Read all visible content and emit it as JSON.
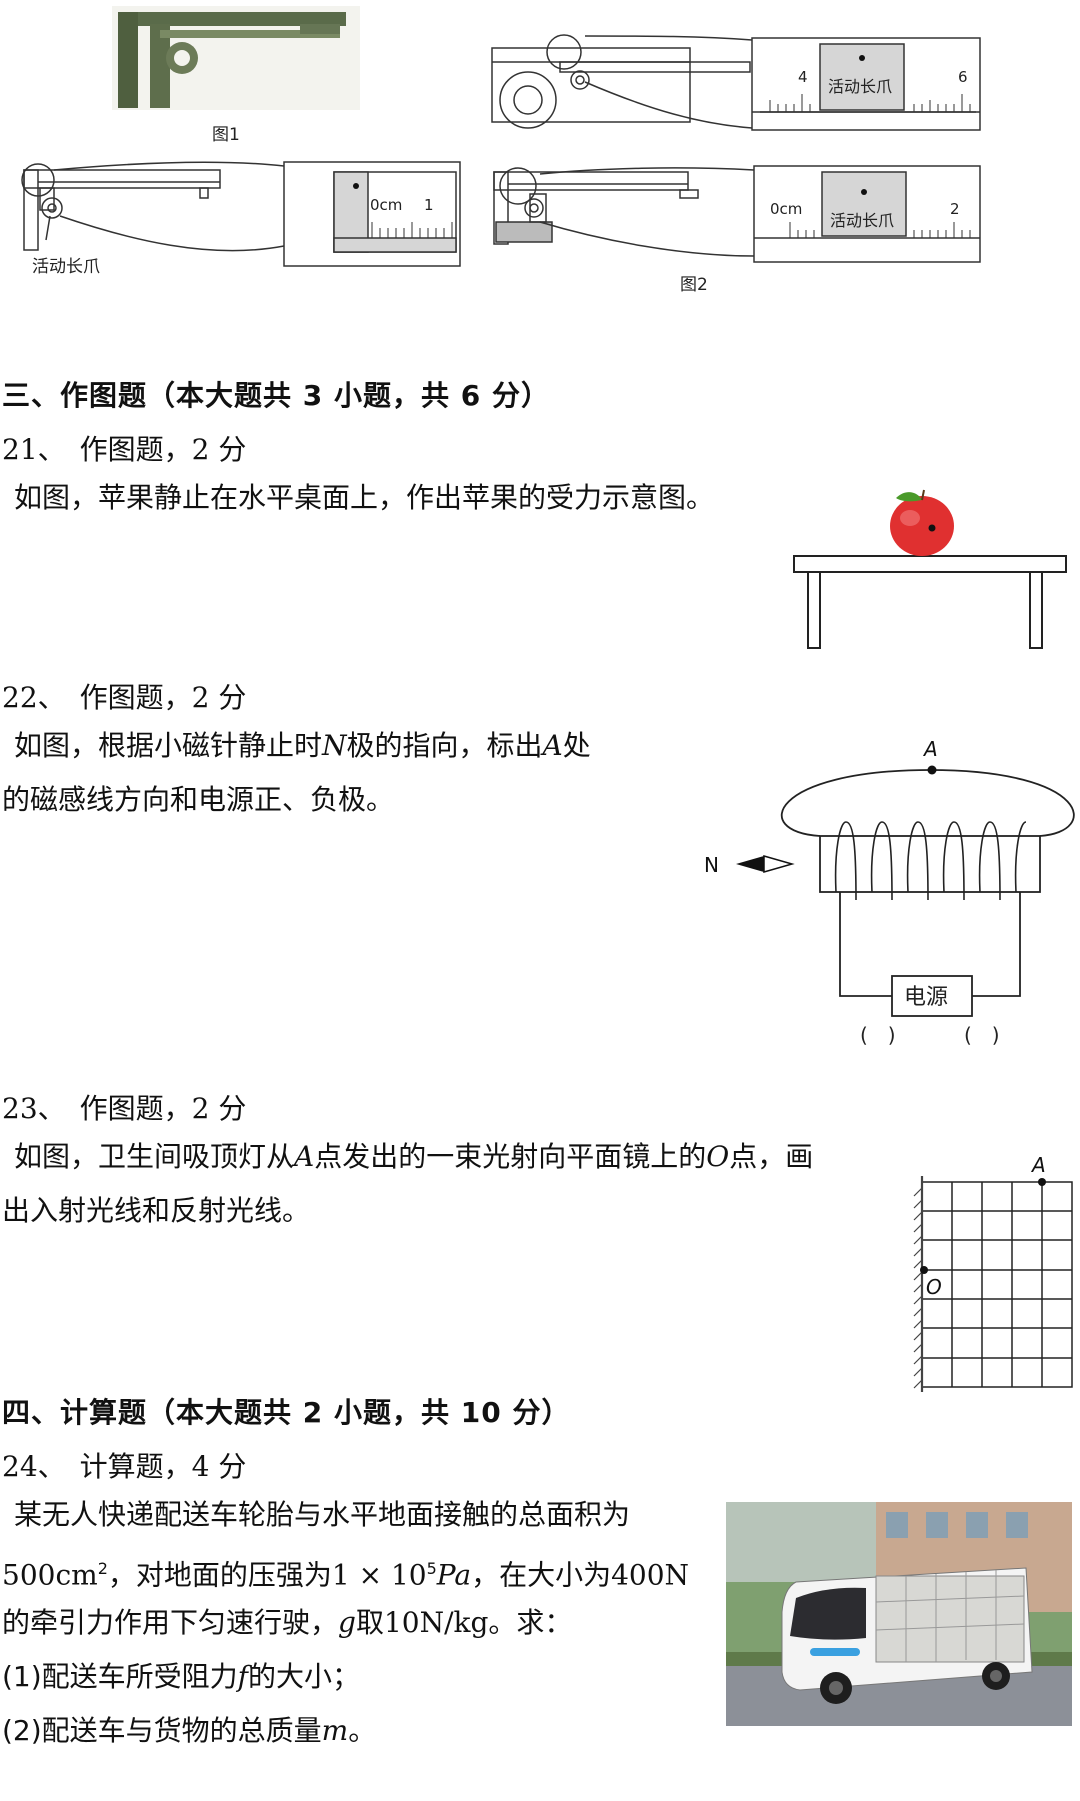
{
  "figure_top": {
    "fig1_caption": "图1",
    "fig2_caption": "图2",
    "scale_labels": {
      "a_left": "4",
      "a_right": "6",
      "b_zero": "0cm",
      "b_one": "1",
      "c_zero": "0cm",
      "c_two": "2"
    },
    "slider_label": "活动长爪",
    "jaw_label": "活动长爪"
  },
  "section3": {
    "title": "三、作图题（本大题共 3 小题，共 6 分）"
  },
  "q21": {
    "head": "21、　作图题，2 分",
    "text": "如图，苹果静止在水平桌面上，作出苹果的受力示意图。"
  },
  "q22": {
    "head": "22、　作图题，2 分",
    "line1_a": "如图，根据小磁针静止时",
    "line1_N": "N",
    "line1_b": "极的指向，标出",
    "line1_A": "A",
    "line1_c": "处",
    "line2": "的磁感线方向和电源正、负极。",
    "label_A": "A",
    "label_N": "N",
    "power_label": "电源",
    "paren_left": "(　)",
    "paren_right": "(　)"
  },
  "q23": {
    "head": "23、　作图题，2 分",
    "line1_a": "如图，卫生间吸顶灯从",
    "line1_A": "A",
    "line1_b": "点发出的一束光射向平面镜上的",
    "line1_O": "O",
    "line1_c": "点，画",
    "line2": "出入射光线和反射光线。",
    "label_A": "A",
    "label_O": "O"
  },
  "section4": {
    "title": "四、计算题（本大题共 2 小题，共 10 分）"
  },
  "q24": {
    "head": "24、　计算题，4 分",
    "line1": "某无人快递配送车轮胎与水平地面接触的总面积为",
    "line2_area": "500cm",
    "line2_area_exp": "2",
    "line2_a": "，对地面的压强为",
    "line2_p": "1 × 10",
    "line2_p_exp": "5",
    "line2_p_unit": "Pa",
    "line2_b": "，在大小为",
    "line2_F": "400N",
    "line3_a": "的牵引力作用下匀速行驶，",
    "line3_g": "g",
    "line3_b": "取",
    "line3_gv": "10N/kg",
    "line3_c": "。求：",
    "item1_a": "(1)配送车所受阻力",
    "item1_f": "f",
    "item1_b": "的大小；",
    "item2_a": "(2)配送车与货物的总质量",
    "item2_m": "m",
    "item2_b": "。"
  }
}
